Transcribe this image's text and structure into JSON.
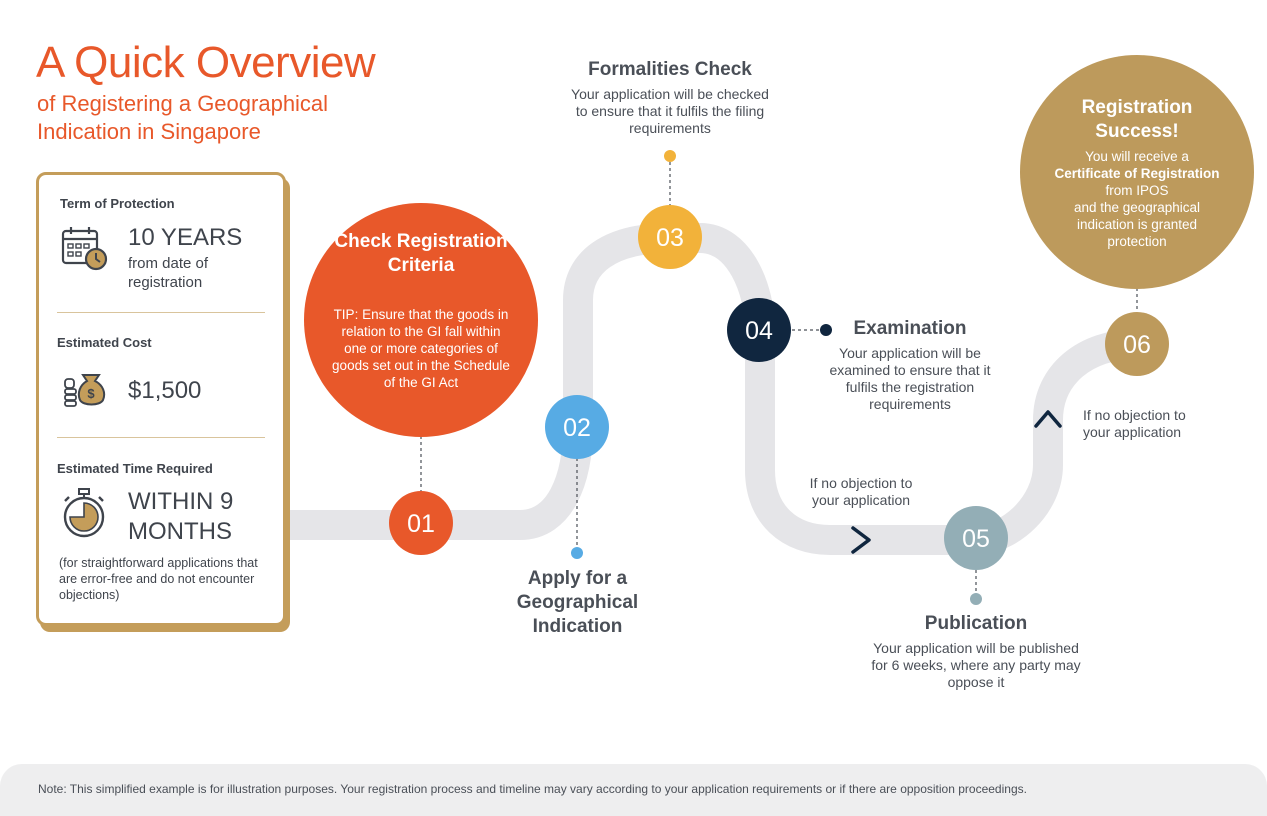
{
  "header": {
    "title": "A Quick Overview",
    "subtitle": "of Registering a Geographical Indication in Singapore"
  },
  "card": {
    "term": {
      "label": "Term of Protection",
      "value": "10 YEARS",
      "detail": "from date of registration",
      "icon": "calendar-clock-icon"
    },
    "cost": {
      "label": "Estimated Cost",
      "value": "$1,500",
      "icon": "money-bag-icon"
    },
    "time": {
      "label": "Estimated Time Required",
      "value": "WITHIN 9 MONTHS",
      "detail": "(for straightforward applications that are error-free and do not encounter objections)",
      "icon": "stopwatch-icon"
    }
  },
  "steps": [
    {
      "number": "01",
      "color": "#e8582a"
    },
    {
      "number": "02",
      "color": "#57abe4",
      "title": "Apply for a Geographical Indication"
    },
    {
      "number": "03",
      "color": "#f2b23a",
      "title": "Formalities Check",
      "body": "Your application will be checked to ensure that it fulfils the filing requirements"
    },
    {
      "number": "04",
      "color": "#10263f",
      "title": "Examination",
      "body": "Your application will be examined to ensure that it fulfils the registration requirements"
    },
    {
      "number": "05",
      "color": "#93aeb6",
      "title": "Publication",
      "body": "Your application will be published for 6 weeks, where any party may oppose it"
    },
    {
      "number": "06",
      "color": "#bd9a5c"
    }
  ],
  "criteria": {
    "title": "Check Registration Criteria",
    "tip": "TIP: Ensure that the goods in relation to the GI fall within one or more categories of goods set out in the Schedule of the GI Act",
    "color": "#e8582a"
  },
  "success": {
    "title": "Registration Success!",
    "line1": "You will receive a",
    "bold": "Certificate of Registration",
    "line2": "from IPOS",
    "line3": "and the geographical indication is granted protection",
    "color": "#bd9a5c"
  },
  "objections": {
    "first": "If no objection to your application",
    "second": "If no objection to your application"
  },
  "note": "Note: This simplified example is for illustration purposes. Your registration process and timeline may vary according to your application requirements or if there are opposition proceedings.",
  "colors": {
    "accent": "#e8582a",
    "gold": "#c49d5a",
    "path": "#e5e5e8",
    "text": "#4a4f57"
  }
}
